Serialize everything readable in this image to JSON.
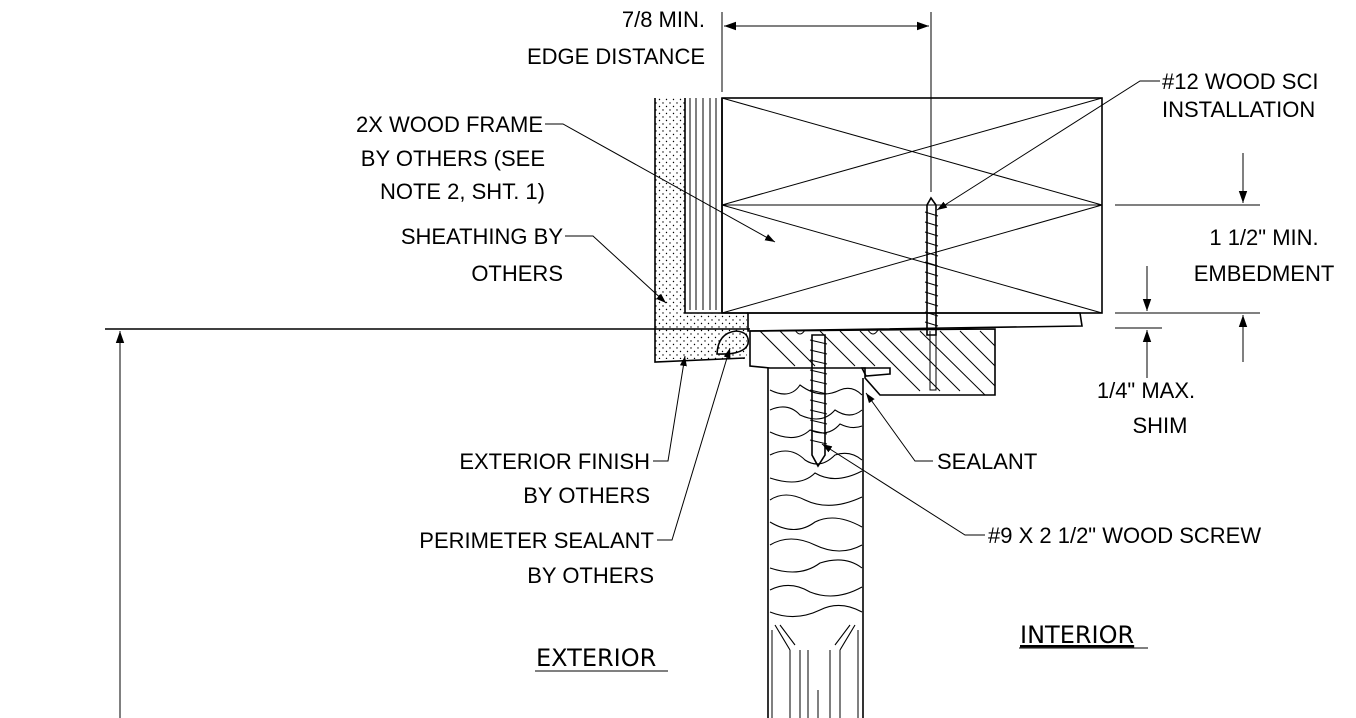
{
  "labels": {
    "edge_distance_1": "7/8 MIN.",
    "edge_distance_2": "EDGE DISTANCE",
    "install_screw_1": "#12 WOOD SCI",
    "install_screw_2": "INSTALLATION",
    "wood_frame_1": "2X WOOD FRAME",
    "wood_frame_2": "BY OTHERS (SEE",
    "wood_frame_3": "NOTE 2, SHT. 1)",
    "sheathing_1": "SHEATHING BY",
    "sheathing_2": "OTHERS",
    "embedment_1": "1 1/2\" MIN.",
    "embedment_2": "EMBEDMENT",
    "shim_1": "1/4\" MAX.",
    "shim_2": "SHIM",
    "exterior_finish_1": "EXTERIOR FINISH",
    "exterior_finish_2": "BY OTHERS",
    "sealant": "SEALANT",
    "perimeter_sealant_1": "PERIMETER SEALANT",
    "perimeter_sealant_2": "BY OTHERS",
    "wood_screw": "#9 X 2 1/2\" WOOD SCREW",
    "interior": "INTERIOR",
    "exterior": "EXTERIOR"
  },
  "colors": {
    "line": "#000000",
    "background": "#ffffff"
  }
}
